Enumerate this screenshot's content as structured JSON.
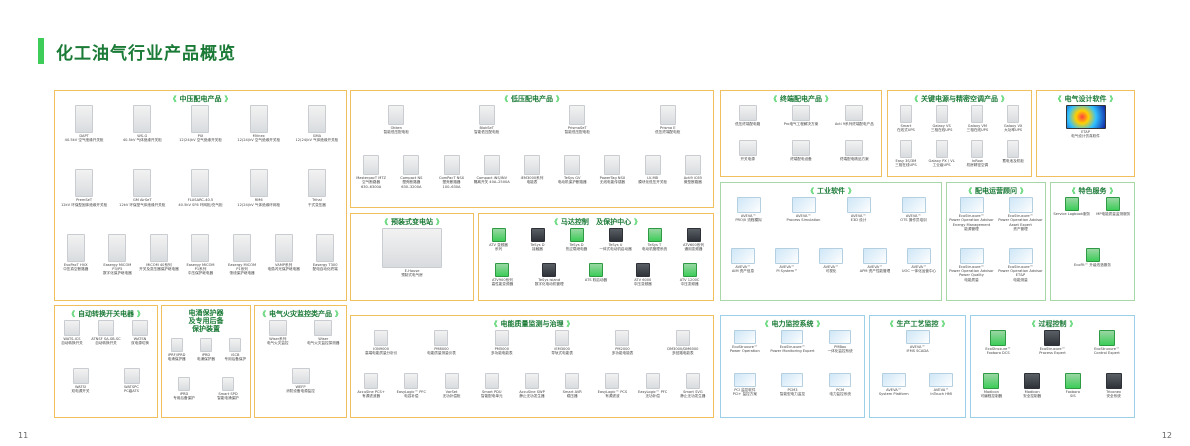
{
  "page": {
    "title": "化工油气行业产品概览",
    "page_left": "11",
    "page_right": "12",
    "accent_color": "#3dcd58"
  },
  "mv": {
    "title": "中压配电产品",
    "items": [
      "DAPT\n40.5kV 空气绝缘开关柜",
      "WS-G\n40.5kV 气体绝缘开关柜",
      "PIX\n12(24)kV 空气绝缘开关柜",
      "MVnex\n12(24)kV 空气绝缘开关柜",
      "GMA\n12(24)kV 气体绝缘开关柜",
      "PremSeT\n12kV 环保型固体绝缘开关柜",
      "GM AirSeT\n12kV 环保型气体绝缘开关柜",
      "FLUSARC-40.5\n40.5kV SF6 环网柜/充气柜",
      "RM6\n12(24)kV 气体绝缘环网柜",
      "Trihal\n干式变压器",
      "EvoPacT HVX\n中压真空断路器",
      "Easergy MiCOM\nP3/P5\n数字化保护继电器",
      "MiCOM 40系列\n开关及变压器保护继电器",
      "Easergy MiCOM\nP1系列\n中压保护继电器",
      "Easergy MiCOM\nP1系列\n馈线保护继电器",
      "VAMP系列\n电弧闪光保护继电器",
      "Easergy T300\n配电自动化终端"
    ]
  },
  "lv": {
    "title": "低压配电产品",
    "items": [
      "Okken\n智能低压配电柜",
      "BlokSeT\n智能低压配电柜",
      "PrismaSeT\n智能低压配电柜",
      "Prisma E\n低压终端配电柜",
      "MasterpacT MTZ\n空气断路器\n630–6300A",
      "Compact NS\n塑壳断路器\n630–3200A",
      "ComPacT NSX\n塑壳断路器\n100–630A",
      "Compact iNS/INV\n隔离开关 40A–2500A",
      "iEM3000系列\n电能表",
      "TeSys GV\n电动机保护断路器",
      "PowerTag NSX\n无线电能传感器",
      "LV-MB\n模块化低压开关柜",
      "Acti9 iC65\n微型断路器"
    ]
  },
  "fd": {
    "title": "终端配电产品",
    "items": [
      "低压终端配电箱",
      "Pro电气工程解决方案",
      "Acti 9系列终端配电产品",
      "开关电源",
      "终端配电设备",
      "终端配电精品方案"
    ]
  },
  "pw": {
    "title": "关键电源与精密空调产品",
    "items": [
      "Smart\n在线式UPS",
      "Galaxy VS\n三相在线UPS",
      "Galaxy VM\n三相在线UPS",
      "Galaxy VX\n大功率UPS",
      "Easy 3S/3M\n三相在线UPS",
      "Galaxy PX / VL\n工业级UPS",
      "InRow\n机房精密空调",
      "蓄电池及机柜"
    ]
  },
  "ed": {
    "title": "电气设计软件",
    "items": [
      "ETAP\n电气设计仿真软件"
    ]
  },
  "pre": {
    "title": "预装式变电站",
    "items": [
      "E-House\n预制式电气房"
    ]
  },
  "mc": {
    "title": "马达控制",
    "title2": "及保护中心",
    "items": [
      "ATV 变频器\n系列",
      "TeSys D\n接触器",
      "TeSys D\n热过载继电器",
      "TeSys U\n一体式电动机启动器",
      "TeSys T\n电动机管理系统",
      "ATV600系列\n通用变频器",
      "ATV900系列\n高性能变频器",
      "TeSys island\n数字化电动机管理",
      "ATS 软启动器",
      "ATV 6000\n中压变频器",
      "ATV 1200C\n中压变频器"
    ]
  },
  "is": {
    "title": "工业软件",
    "items": [
      "AVEVA™\nPRO/II 流程模拟",
      "AVEVA™\nProcess Simulation",
      "AVEVA™\nE3D 设计",
      "AVEVA™\nOTS 操作员培训",
      "AVEVA™\nAIM 资产信息",
      "AVEVA™\nPI System™",
      "AVEVA™\n可视化",
      "AVEVA™\nAPM 资产性能管理",
      "AVEVA™\nUOC 一体化运营中心"
    ]
  },
  "pa": {
    "title": "配电运营顾问",
    "items": [
      "EcoStruxure™\nPower Operation Advisor\nEnergy Management\n能源管理",
      "EcoStruxure™\nPower Operation Advisor\nAsset Expert\n资产管理",
      "EcoStruxure™\nPower Operation Advisor\nPower Quality\n电能质量",
      "EcoStruxure™\nPower Operation Advisor\nET&P\n电能测量"
    ]
  },
  "ss": {
    "title": "特色服务",
    "items": [
      "Service Logbook服务",
      "MP电能质量监测服务",
      "EcoFit™ 升级改造服务"
    ]
  },
  "ats": {
    "title": "自动转换开关电器",
    "items": [
      "WATS-ICS\n自动转换开关",
      "ATNSF SA-SB-SC\n自动转换开关",
      "WATSN\n双电源切换",
      "WATSI\n双电源开关",
      "WATSPC\nPC级ATS"
    ]
  },
  "cp": {
    "title": "电涌保护器\n及专用后备\n保护装置",
    "items": [
      "iPRF/iPRD\n电涌保护器",
      "iPRD\n电涌保护器",
      "iSCB\n专用后备保护",
      "iPRD\n专用后备保护",
      "Smart SPD\n智能电涌保护"
    ]
  },
  "fire": {
    "title": "电气火灾监控类产品",
    "items": [
      "Wiser系列\n电气火灾监控",
      "Wiser\n电气火灾监控探测器",
      "WEFP\n消防设备电源监控"
    ]
  },
  "pq": {
    "title": "电能质量监测与治理",
    "items": [
      "ION9000\n高端电能质量分析仪",
      "PM8000\n电能质量测量仪表",
      "PM5000\n多功能电能表",
      "iEM3000\n导轨式电能表",
      "PM2000\n多功能电能表",
      "DM3000/DM6000\n多回路电能表",
      "AccuSine PCS+\n有源滤波器",
      "EasyLogic™ PFC\n电容补偿",
      "VarSet\n无功补偿柜",
      "Smart PDU\n智能配电单元",
      "AccuSine SWP\n静止无功发生器",
      "Smart AVR\n稳压器",
      "EasyLogic™ PCS\n有源滤波",
      "EasyLogic™ PFC\n无功补偿",
      "Smart SVG\n静止无功发生器"
    ]
  },
  "pm": {
    "title": "电力监控系统",
    "items": [
      "EcoStruxure™\nPower Operation",
      "EcoStruxure™\nPower Monitoring Expert",
      "PMBox\n一体化监控系统",
      "PCI 监控软件\nPCI+ 监控方案",
      "PCM3\n智能型电力监控",
      "PCM\n电力监控系统"
    ]
  },
  "pc": {
    "title": "生产工艺监控",
    "items": [
      "AVEVA™\nIFMS SCADA",
      "AVEVA™\nSystem Platform",
      "AVEVA™\nInTouch HMI"
    ]
  },
  "proc": {
    "title": "过程控制",
    "items": [
      "EcoStruxure™\nFoxboro DCS",
      "EcoStruxure™\nProcess Expert",
      "EcoStruxure™\nControl Expert",
      "Modicon\n可编程控制器",
      "Modicon\n安全控制器",
      "Foxboro\nSIS",
      "Triconex\n安全系统"
    ]
  }
}
